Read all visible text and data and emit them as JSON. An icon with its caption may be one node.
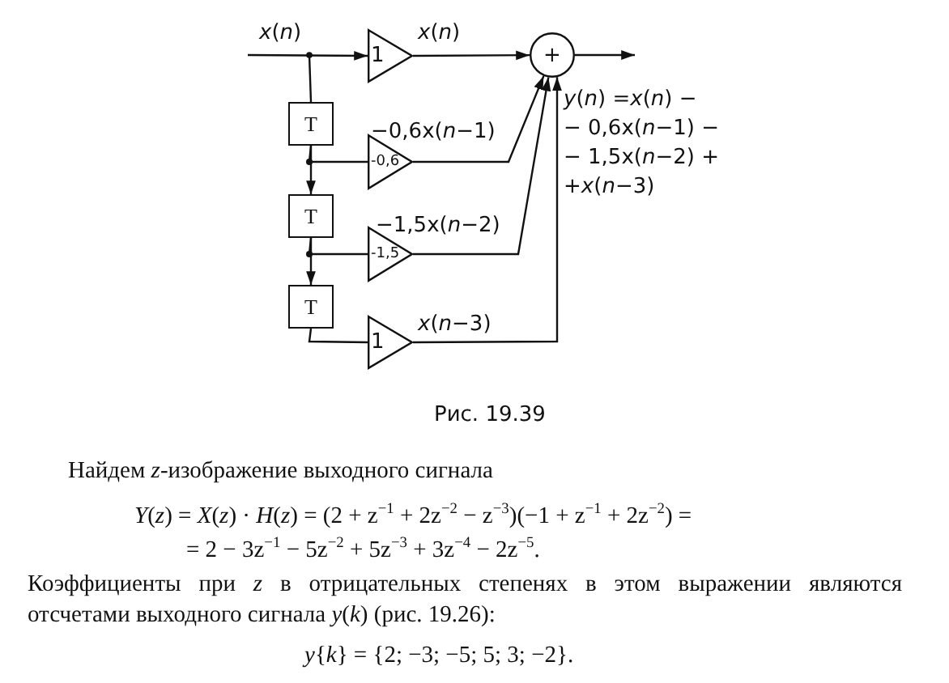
{
  "diagram": {
    "caption": "Рис. 19.39",
    "nodes": [
      {
        "text": [
          "1"
        ]
      },
      {
        "text": [
          "+"
        ]
      },
      {
        "text": [
          "T"
        ]
      },
      {
        "text": [
          "-0,6"
        ]
      },
      {
        "text": [
          "T"
        ]
      },
      {
        "text": [
          "-1,5"
        ]
      },
      {
        "text": [
          "T"
        ]
      },
      {
        "text": [
          "1"
        ]
      }
    ],
    "edges": [
      {
        "from": null,
        "to": 0,
        "arrow": "to",
        "label": "*x*(*n*)"
      },
      {
        "from": 0,
        "to": 1,
        "arrow": "to",
        "label": "*x*(*n*)"
      },
      {
        "from": null,
        "to": 2,
        "arrow": "other"
      },
      {
        "from": 2,
        "to": 3,
        "arrow": "none"
      },
      {
        "from": 2,
        "to": 4,
        "arrow": "to"
      },
      {
        "from": 3,
        "to": 1,
        "arrow": "to",
        "label": "−0,6x(*n*−1)"
      },
      {
        "from": 4,
        "to": 5,
        "arrow": "none"
      },
      {
        "from": 4,
        "to": 6,
        "arrow": "to"
      },
      {
        "from": 5,
        "to": 1,
        "arrow": "to",
        "label": "−1,5x(*n*−2)"
      },
      {
        "from": 6,
        "to": 7,
        "arrow": "none"
      },
      {
        "from": 7,
        "to": 1,
        "arrow": "to",
        "label": "*x*(*n*−3)"
      },
      {
        "from": 1,
        "to": null,
        "arrow": "to"
      }
    ],
    "labels": [
      "*y*(*n*) =*x*(*n*) −",
      "− 0,6x(*n*−1) −",
      "− 1,5x(*n*−2) +",
      "+*x*(*n*−3)",
      "Найдем *z*-изображение выходного сигнала",
      "*Y*(*z*) = *X*(*z*) · *H*(*z*) = (2 + z$^{−1}$ + 2z$^{−2}$ − z$^{−3}$)(−1 + z$^{−1}$ + 2z$^{−2}$) =",
      "= 2 − 3z$^{−1}$ − 5z$^{−2}$ + 5z$^{−3}$ + 3z$^{−4}$ − 2z$^{−5}$.",
      "Коэффициенты при *z* в отрицательных степенях в этом выражении являются отсчетами выходного сигнала *y*(*k*) (рис. 19.26):",
      "*y*{*k*} = {2; −3; −5; 5; 3; −2}."
    ]
  }
}
